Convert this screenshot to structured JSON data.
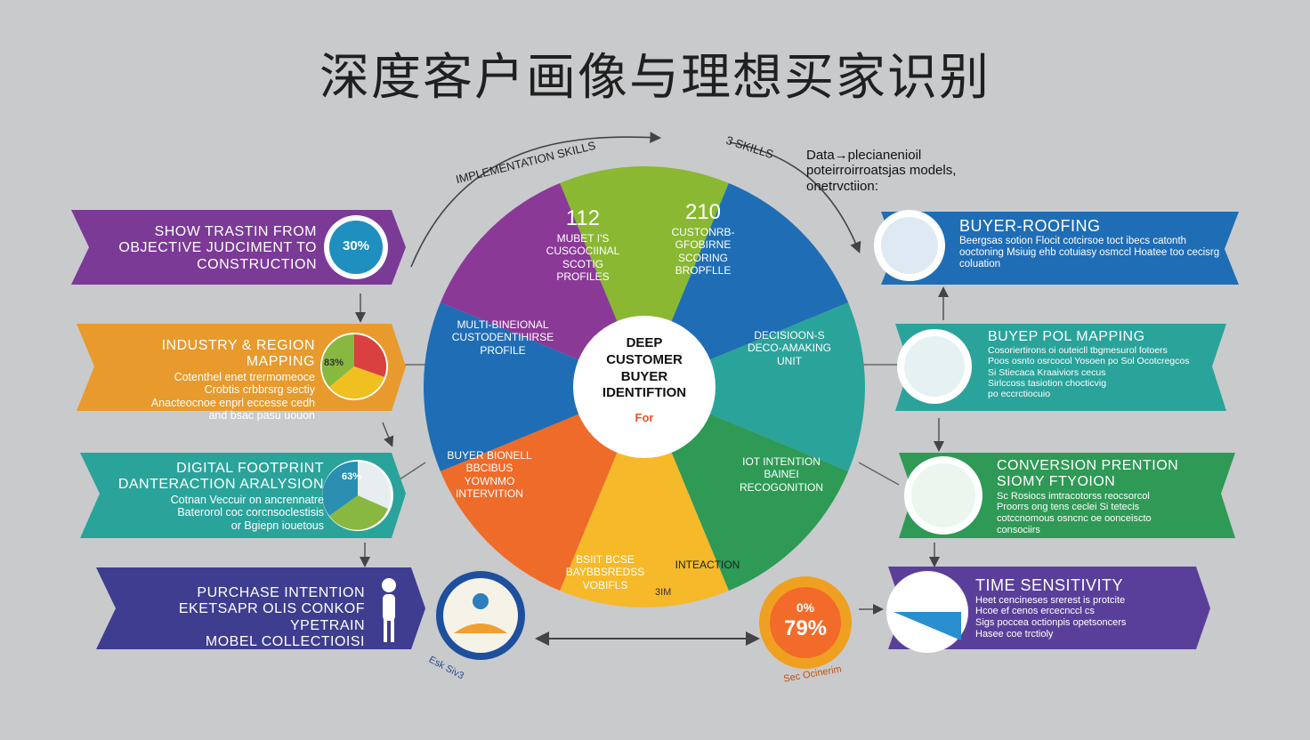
{
  "title": "深度客户画像与理想买家识别",
  "arc_labels": {
    "top_left": "IMPLEMENTATION SKILLS",
    "top_right": "3 SKILLS"
  },
  "note": {
    "line1": "Data→plecianenioil",
    "line2": "poteirroirroatsjas models,",
    "line3": "onetrvctiion:"
  },
  "center": {
    "line1": "DEEP",
    "line2": "CUSTOMER",
    "line3": "BUYER",
    "line4": "IDENTIFTION",
    "for": "For"
  },
  "segments": [
    {
      "num": "112",
      "text": "MUBET I'S\nCUSGOCIINAL\nSCOTIG\nPROFILES"
    },
    {
      "num": "210",
      "text": "CUSTONRB-\nGFOBIRNE\nSCORING\nBROPFLLE"
    },
    {
      "num": "",
      "text": "DECISIOON-S\nDECO-AMAKING\nUNIT"
    },
    {
      "num": "",
      "text": "IOT INTENTION\nBAINEI\nRECOGONITION"
    },
    {
      "num": "",
      "text": "INTEACTION"
    },
    {
      "num": "",
      "text": "BSIIT BCSE\nBAYBBSREDSS\nVOBIFLS"
    },
    {
      "num": "",
      "text": "BUYER BIONELL\nBBCIBUS\nYOWNMO\nINTERVITION"
    },
    {
      "num": "",
      "text": "MULTI-BINEIONAL\nCUSTODENTIHIRSE\nPROFILE"
    }
  ],
  "left_banners": [
    {
      "head": "SHOW TRASTIN FROM\nOBJECTIVE JUDCIMENT TO\nCONSTRUCTION",
      "sub": "",
      "badge": "30%",
      "color": "#7b3a96"
    },
    {
      "head": "INDUSTRY & REGION MAPPING",
      "sub": "Cotenthel enet trermomeoce\nCrobtis crbbrsrg sectiy\nAnacteocnoe enprl eccesse cedh\nand bsac pasu uouon",
      "badge": "83%",
      "color": "#e89a2c"
    },
    {
      "head": "DIGITAL FOOTPRINT\nDANTERACTION ARALYSION",
      "sub": "Cotnan Veccuir on ancrennatre\nBaterorol coc corcnsoclestisis\nor Bgiepn iouetous",
      "badge": "63%",
      "color": "#2aa39b"
    },
    {
      "head": "PURCHASE INTENTION\nEKETSAPR OLIS CONKOF YPETRAIN\nMOBEL COLLECTIOISI",
      "sub": "",
      "badge": "",
      "color": "#3f3d8f"
    }
  ],
  "right_banners": [
    {
      "head": "BUYER-ROOFING",
      "sub": "Beergsas sotion\nFlocit cotcirsoe toct ibecs catonth ooctoning\nMsiuig ehb cotuiasy osmccl\nHoatee too cecisrg coluation",
      "color": "#1f6db5"
    },
    {
      "head": "BUYEP POL MAPPING",
      "sub": "Cosoriertirons oi outeicll tbgmesurol fotoers\nPoos osnto osrcocol Yosoen po Sol Ocotcregcos\nSi Stiecaca Kraaiviors cecus\nSirlccoss tasiotion chocticvig\npo eccrctiocuio",
      "color": "#2aa39b"
    },
    {
      "head": "CONVERSION PRENTION\nSIOMY FTYOION",
      "sub": "Sc Rosiocs imtracotorss reocsorcol\nProorrs ong tens ceclei Si tetecis\ncotccnomous osncnc oe oonceiscto\nconsociirs",
      "color": "#2e9a55"
    },
    {
      "head": "TIME SENSITIVITY",
      "sub": "Heet cencineses srerest is protcite\nHcoe ef cenos ercecnccl cs\nSigs poccea octionpis opetsoncers\nHasee coe trctioly",
      "color": "#5a3f9a"
    }
  ],
  "bottom_badges": [
    {
      "label": "Esk Siv3",
      "pct": ""
    },
    {
      "label": "Sec Ocinerim",
      "pct": "79%",
      "small": "0%"
    }
  ],
  "small_text": "3IM"
}
